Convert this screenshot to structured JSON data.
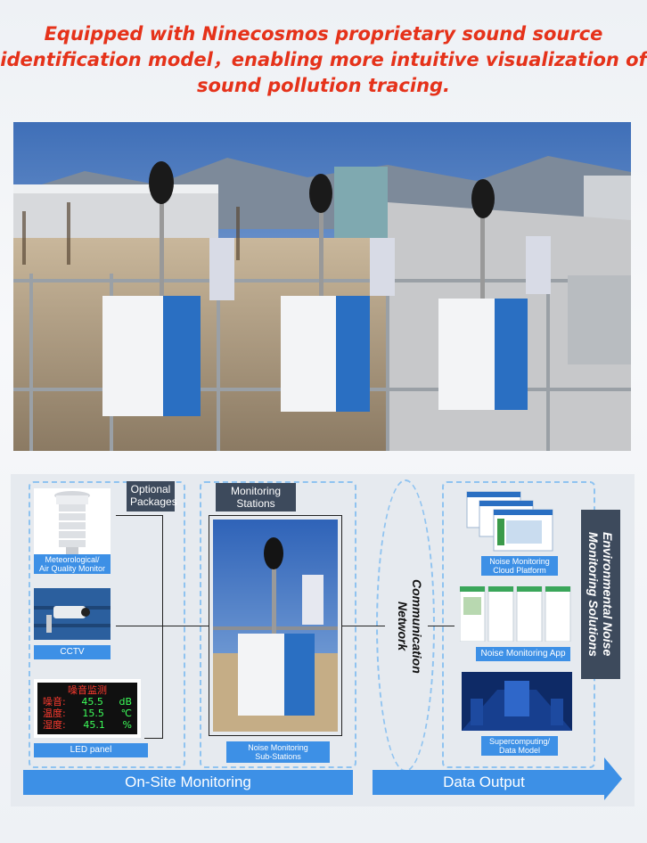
{
  "headline": {
    "line1": "Equipped with Ninecosmos proprietary sound source",
    "line2": "identification model，enabling more intuitive visualization of",
    "line3": "sound pollution tracing."
  },
  "colors": {
    "headline": "#e5321a",
    "accent_blue": "#3d90e6",
    "dark_label": "#3d4a5c",
    "dash": "#8fc3f0"
  },
  "diagram": {
    "optional_packages": "Optional\nPackages",
    "monitoring_stations": "Monitoring\nStations",
    "meteorological": "Meteorological/\nAir Quality Monitor",
    "cctv": "CCTV",
    "led_panel": "LED panel",
    "substations": "Noise Monitoring\nSub-Stations",
    "communication": "Communication\nNetwork",
    "cloud_platform": "Noise Monitoring\nCloud Platform",
    "app": "Noise Monitoring App",
    "supercomputing": "Supercomputing/\nData Model",
    "solutions": "Environmental Noise\nMonitoring Solutions",
    "on_site": "On-Site Monitoring",
    "data_output": "Data Output",
    "led": {
      "title": "噪音监测",
      "row1_label": "噪音:",
      "row1_value": "45.5",
      "row1_unit": "dB",
      "row2_label": "温度:",
      "row2_value": "15.5",
      "row2_unit": "℃",
      "row3_label": "湿度:",
      "row3_value": "45.1",
      "row3_unit": "%"
    }
  }
}
